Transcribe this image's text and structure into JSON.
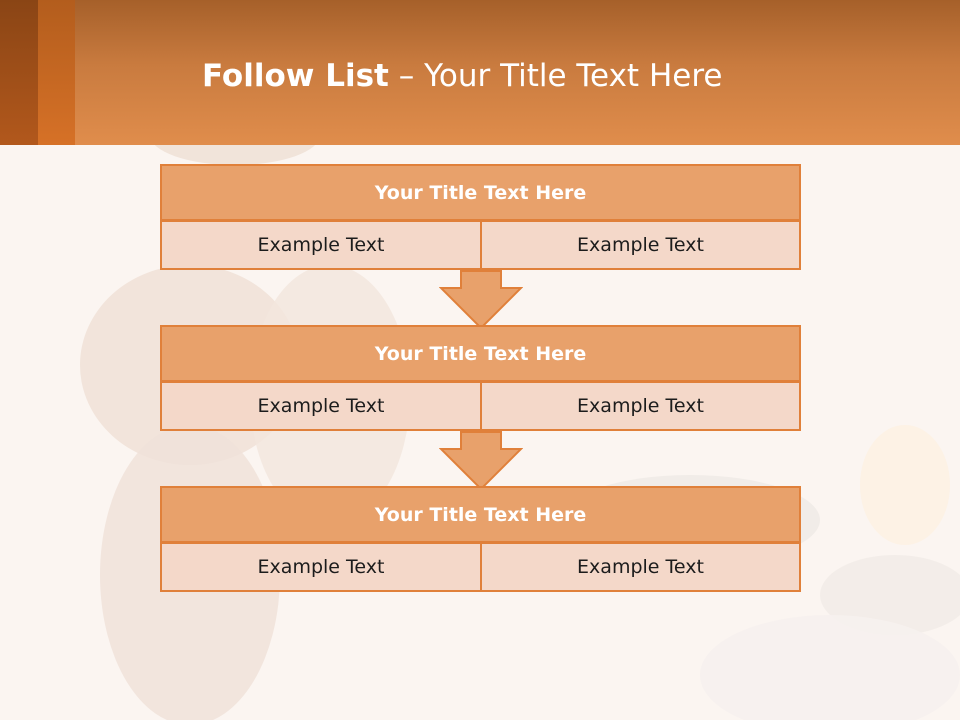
{
  "slide": {
    "title_bold": "Follow List",
    "title_rest": " – Your Title Text Here"
  },
  "steps": [
    {
      "title": "Your Title Text Here",
      "left": "Example Text",
      "right": "Example Text"
    },
    {
      "title": "Your Title Text Here",
      "left": "Example Text",
      "right": "Example Text"
    },
    {
      "title": "Your Title Text Here",
      "left": "Example Text",
      "right": "Example Text"
    }
  ],
  "colors": {
    "header": "#e08d4c",
    "box_title_fill": "#e8a16b",
    "box_cell_fill": "#f4d8c9",
    "border": "#e0803a",
    "arrow_fill": "#e8a16b"
  }
}
